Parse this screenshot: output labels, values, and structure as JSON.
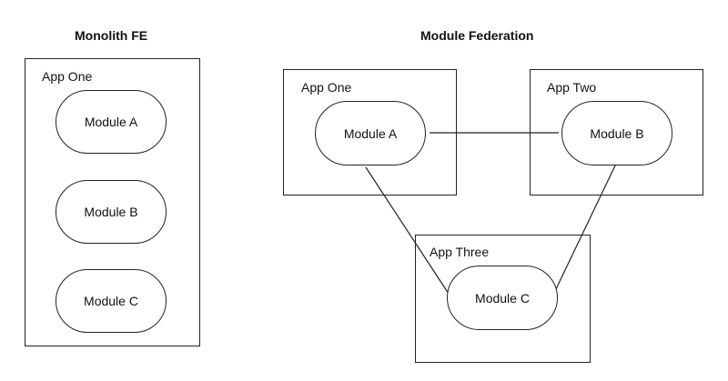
{
  "monolith": {
    "heading": "Monolith FE",
    "app_label": "App One",
    "modules": [
      "Module A",
      "Module B",
      "Module C"
    ]
  },
  "federation": {
    "heading": "Module Federation",
    "app_one": {
      "label": "App One",
      "module": "Module A"
    },
    "app_two": {
      "label": "App Two",
      "module": "Module B"
    },
    "app_three": {
      "label": "App Three",
      "module": "Module C"
    }
  }
}
